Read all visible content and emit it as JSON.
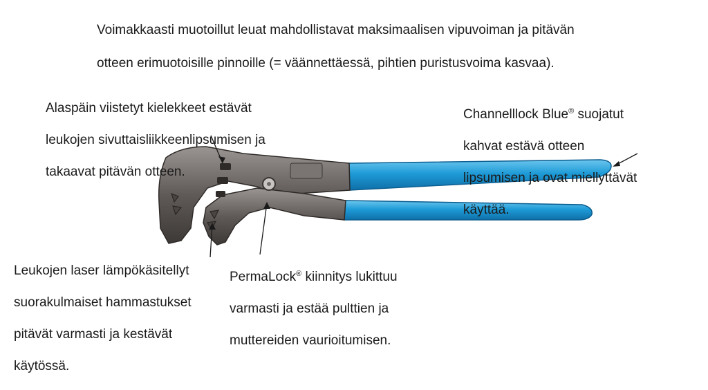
{
  "headline": {
    "line1": "Voimakkaasti muotoillut leuat mahdollistavat maksimaalisen vipuvoiman ja pitävän",
    "line2": "otteen erimuotoisille pinnoille (= väännettäessä, pihtien puristusvoima kasvaa)."
  },
  "callouts": {
    "tabs": {
      "line1": "Alaspäin viistetyt kielekkeet estävät",
      "line2": "leukojen sivuttaisliikkeenlipsumisen ja",
      "line3": "takaavat pitävän otteen."
    },
    "handles": {
      "brand": "Channelllock Blue",
      "reg": "®",
      "line1_rest": " suojatut",
      "line2": "kahvat estävä otteen",
      "line3": "lipsumisen ja ovat miellyttävät",
      "line4": "käyttää."
    },
    "teeth": {
      "line1": "Leukojen laser lämpökäsitellyt",
      "line2": "suorakulmaiset hammastukset",
      "line3": "pitävät varmasti ja kestävät",
      "line4": "käytössä."
    },
    "lock": {
      "brand": "PermaLock",
      "reg": "®",
      "line1_rest": " kiinnitys lukittuu",
      "line2": "varmasti ja estää pulttien ja",
      "line3": "muttereiden vaurioitumisen."
    }
  },
  "colors": {
    "handle_blue": "#1e9bd7",
    "handle_dark": "#0f6fa8",
    "steel": "#5a5654",
    "steel_light": "#8e8a87",
    "text": "#1a1a1a"
  }
}
